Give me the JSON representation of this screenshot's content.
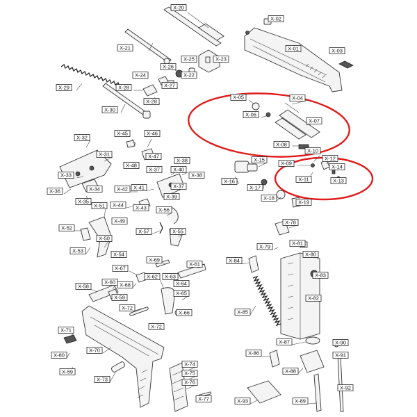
{
  "diagram": {
    "highlight_color": "#e01b1b",
    "labels": [
      "X-01",
      "X-02",
      "X-03",
      "X-04",
      "X-05",
      "X-06",
      "X-07",
      "X-08",
      "X-09",
      "X-10",
      "X-11",
      "X-12",
      "X-13",
      "X-14",
      "X-15",
      "X-16",
      "X-17",
      "X-18",
      "X-19",
      "X-20",
      "X-21",
      "X-22",
      "X-23",
      "X-24",
      "X-25",
      "X-26",
      "X-27",
      "X-28",
      "X-29",
      "X-30",
      "X-31",
      "X-32",
      "X-33",
      "X-34",
      "X-35",
      "X-36",
      "X-37",
      "X-38",
      "X-39",
      "X-40",
      "X-41",
      "X-42",
      "X-43",
      "X-44",
      "X-45",
      "X-46",
      "X-47",
      "X-48",
      "X-49",
      "X-50",
      "X-51",
      "X-52",
      "X-53",
      "X-54",
      "X-55",
      "X-56",
      "X-57",
      "X-58",
      "X-59",
      "X-60",
      "X-61",
      "X-62",
      "X-63",
      "X-64",
      "X-65",
      "X-66",
      "X-67",
      "X-68",
      "X-69",
      "X-70",
      "X-71",
      "X-72",
      "X-73",
      "X-74",
      "X-75",
      "X-76",
      "X-77",
      "X-78",
      "X-79",
      "X-80",
      "X-81",
      "X-82",
      "X-83",
      "X-84",
      "X-85",
      "X-86",
      "X-87",
      "X-88",
      "X-89",
      "X-90",
      "X-91",
      "X-92",
      "X-93"
    ]
  }
}
